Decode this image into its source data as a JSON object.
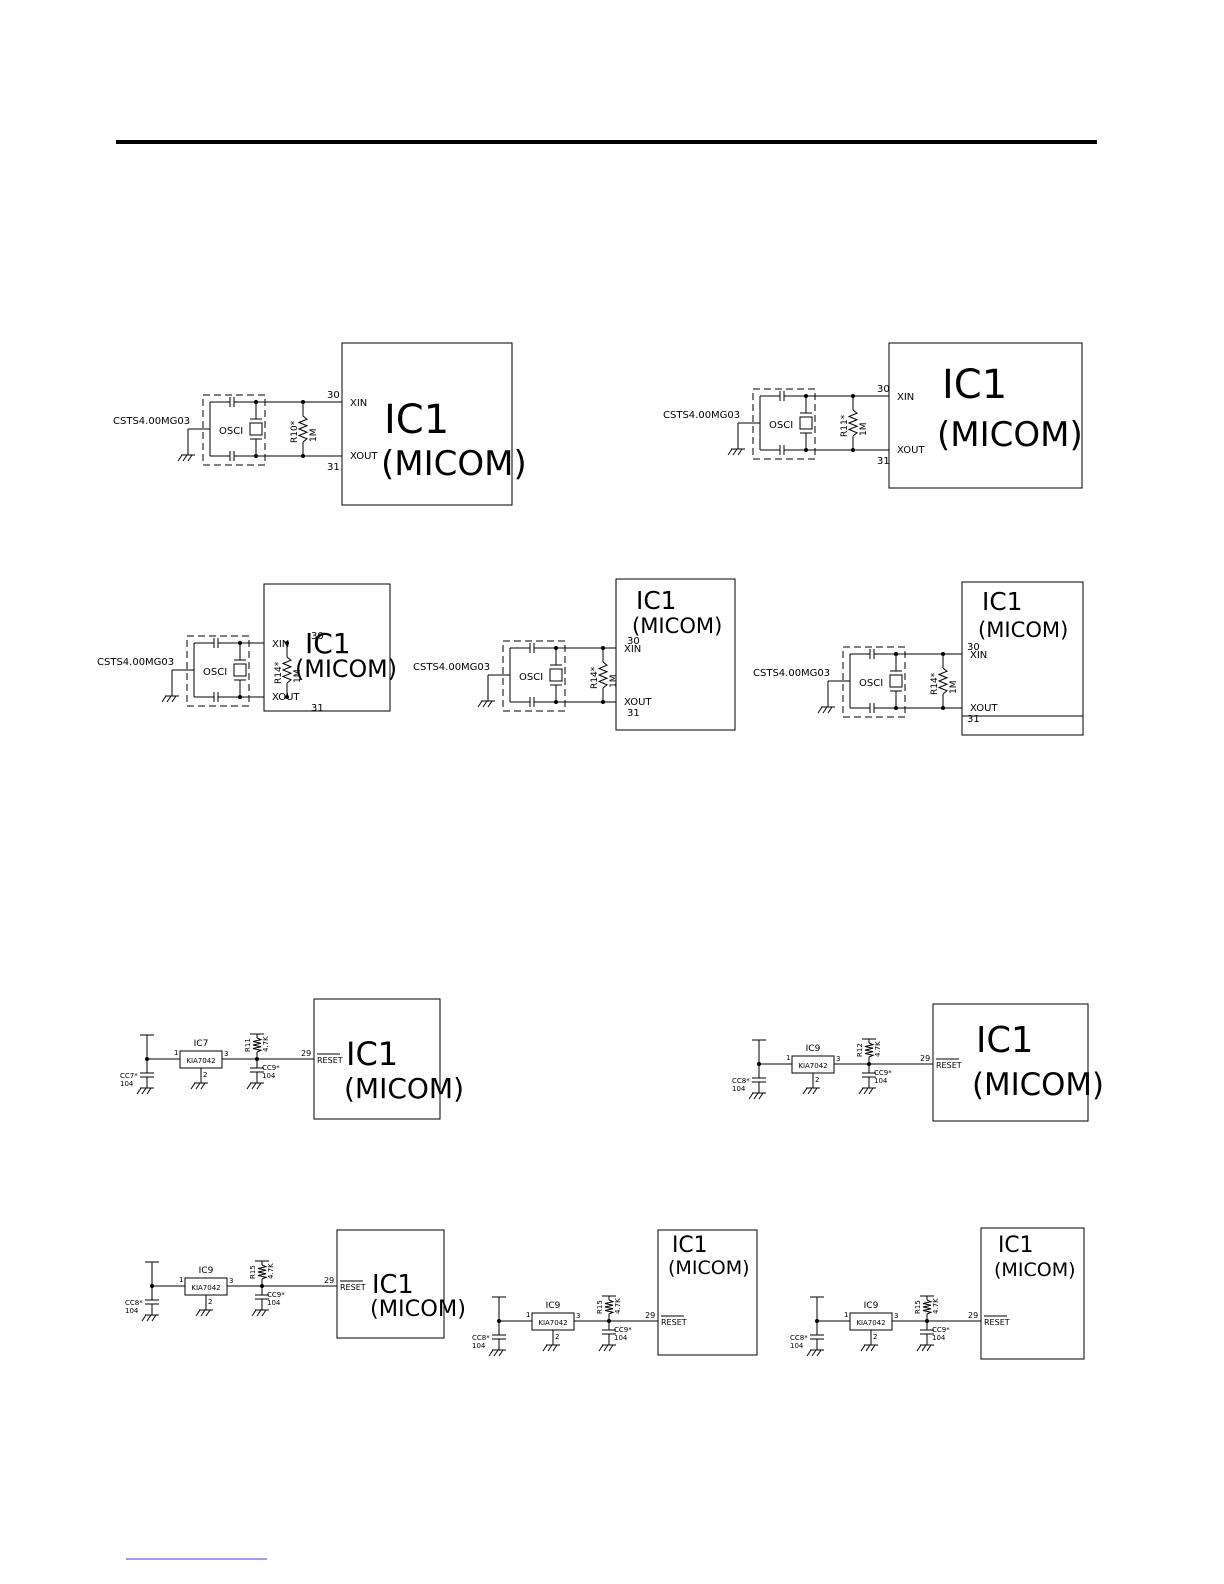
{
  "osc": {
    "osc_label": "OSCI",
    "part_number": "CSTS4.00MG03",
    "pin_in": "30",
    "pin_out": "31",
    "xin_label": "XIN",
    "xout_label": "XOUT",
    "ic_line1": "IC1",
    "ic_line2": "(MICOM)",
    "resistor_value": "1M",
    "resistor_refs": [
      "R10*",
      "R11*",
      "R14*",
      "R14*",
      "R14*"
    ]
  },
  "reset": {
    "reset_label": "RESET",
    "reset_pin": "29",
    "pin_1": "1",
    "pin_2": "2",
    "pin_3": "3",
    "regulator_part": "KIA7042",
    "resistor_value": "4.7K",
    "cap_value": "104",
    "ic_line1": "IC1",
    "ic_line2": "(MICOM)",
    "regulator_refs": [
      "IC7",
      "IC9",
      "IC9",
      "IC9",
      "IC9"
    ],
    "resistor_refs": [
      "R11",
      "R12",
      "R15",
      "R15",
      "R15"
    ],
    "input_cap_refs": [
      "CC7*",
      "CC8*",
      "CC8*",
      "CC8*",
      "CC8*"
    ],
    "reset_cap_refs": [
      "CC9*",
      "CC9*",
      "CC9*",
      "CC9*",
      "CC9*"
    ]
  },
  "colors": {
    "ink": "#000000",
    "background": "#ffffff",
    "footer_line": "#3b3bd6"
  }
}
